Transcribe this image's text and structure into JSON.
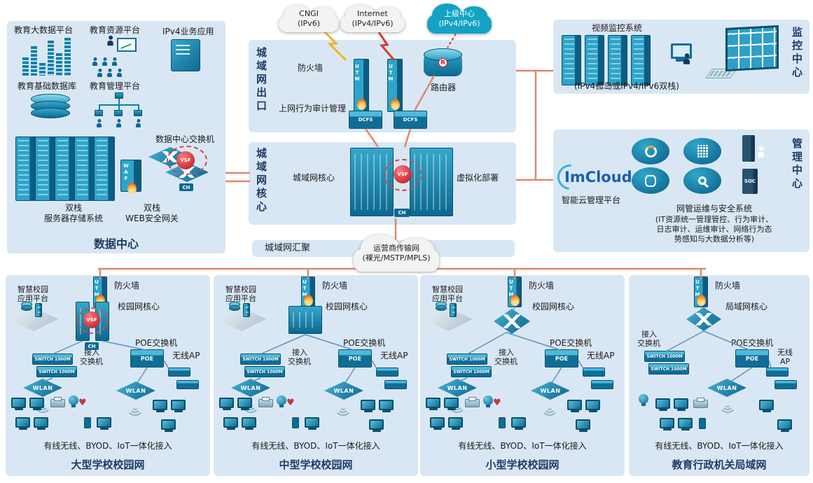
{
  "palette": {
    "accent_line": "#e0876a",
    "panel_bg": "#d9e7f4",
    "device_teal": "#1586ab",
    "title_navy": "#1f3b66"
  },
  "clouds": {
    "cngi": {
      "l1": "CNGI",
      "l2": "(IPv6)"
    },
    "internet": {
      "l1": "Internet",
      "l2": "(IPv4/IPv6)"
    },
    "upper": {
      "l1": "上级中心",
      "l2": "(IPv4/IPv6)"
    },
    "carrier": {
      "l1": "运营商传输网",
      "l2": "(裸光/MSTP/MPLS)"
    }
  },
  "exit_panel": {
    "title": "城域网出口",
    "firewall": "防火墙",
    "router": "路由器",
    "audit": "上网行为审计管理"
  },
  "core_panel": {
    "title": "城域网核心",
    "core": "城域网核心",
    "virtual": "虚拟化部署"
  },
  "datacenter": {
    "title": "数据中心",
    "bigdata": "教育大数据平台",
    "resource": "教育资源平台",
    "ipv4": "IPv4业务应用",
    "basedb": "教育基础数据库",
    "mgmt": "教育管理平台",
    "dcswitch": "数据中心交换机",
    "dual_server_1": "双栈",
    "dual_server_2": "服务器存储系统",
    "dual_waf_1": "双栈",
    "dual_waf_2": "WEB安全网关"
  },
  "monitoring": {
    "title": "监控中心",
    "video": "视频监控系统",
    "note": "(IPv4孤岛或IPv4/IPv6双栈)"
  },
  "management": {
    "title": "管理中心",
    "imcloud": "ImCloud",
    "platform": "智能云管理平台",
    "noc": "网管运维与安全系统",
    "detail1": "(IT资源统一管理管控、行为审计、",
    "detail2": "日志审计、运维审计、网络行为态",
    "detail3": "势感知与大数据分析等)"
  },
  "aggregation": "城域网汇聚",
  "campuses": [
    {
      "title": "大型学校校园网",
      "platform1": "智慧校园",
      "platform2": "应用平台",
      "firewall": "防火墙",
      "core": "校园网核心",
      "poe": "POE交换机",
      "access1": "接入",
      "access2": "交换机",
      "ap": "无线AP",
      "converged": "有线无线、BYOD、IoT一体化接入"
    },
    {
      "title": "中型学校校园网",
      "platform1": "智慧校园",
      "platform2": "应用平台",
      "firewall": "防火墙",
      "core": "校园网核心",
      "poe": "POE交换机",
      "access1": "接入",
      "access2": "交换机",
      "ap": "无线AP",
      "converged": "有线无线、BYOD、IoT一体化接入"
    },
    {
      "title": "小型学校校园网",
      "platform1": "智慧校园",
      "platform2": "应用平台",
      "firewall": "防火墙",
      "core": "校园网核心",
      "poe": "POE交换机",
      "access1": "接入",
      "access2": "交换机",
      "ap": "无线AP",
      "converged": "有线无线、BYOD、IoT一体化接入"
    },
    {
      "title": "教育行政机关局域网",
      "firewall": "防火墙",
      "core": "局域网核心",
      "poe": "POE交换机",
      "access1": "接入",
      "access2": "交换机",
      "ap1": "无线",
      "ap2": "AP",
      "converged": "有线无线、BYOD、IoT一体化接入"
    }
  ],
  "icon_texts": {
    "utm": "UTM",
    "dcfs": "DCFS",
    "vsf": "VSF",
    "ch": "CH",
    "waf": "WAF",
    "poe": "POE",
    "wlan": "WLAN",
    "switch": "SWITCH",
    "speed": "1000M",
    "soc": "SOC",
    "r": "R"
  }
}
